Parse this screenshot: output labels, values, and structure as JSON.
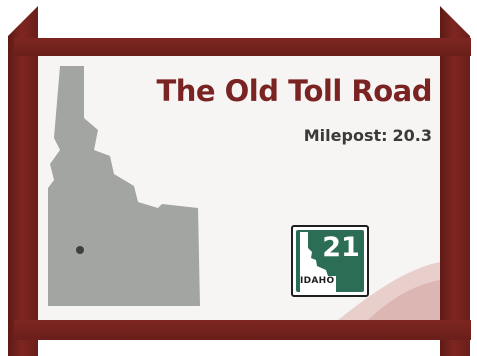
{
  "sign": {
    "title": "The Old Toll Road",
    "milepost_label": "Milepost:",
    "milepost_value": "20.3"
  },
  "shield": {
    "route_number": "21",
    "state_label": "IDAHO"
  },
  "colors": {
    "frame": "#7e2621",
    "board": "#f7f5f3",
    "title": "#7a2323",
    "map": "#a3a5a3",
    "location_dot": "#3f3f3f",
    "shield_green": "#2c6e55",
    "swoosh": "#e5c7c5"
  },
  "icons": {
    "map": "idaho-map-icon",
    "location": "location-dot-icon",
    "shield": "route-shield-icon"
  }
}
